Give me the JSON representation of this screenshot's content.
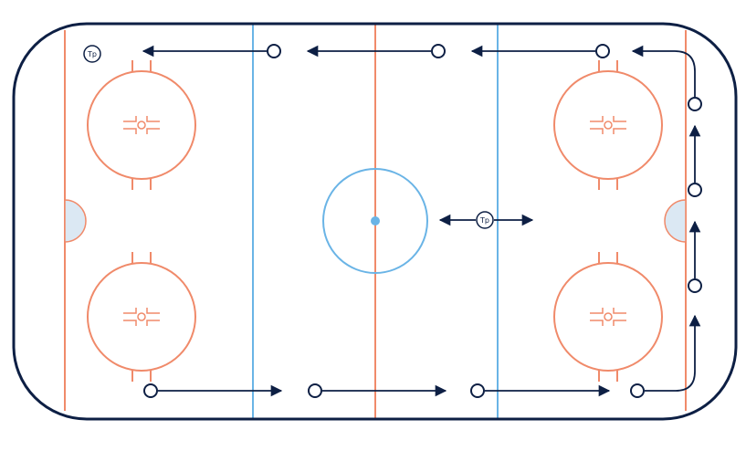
{
  "diagram": {
    "type": "hockey-rink-drill",
    "colors": {
      "boards": "#0d1f44",
      "red_line": "#f08a6a",
      "blue_line": "#6ab4e6",
      "arrow": "#0d1f44",
      "player": "#0d1f44",
      "crease_fill": "#dbe8f3"
    },
    "player_markers": [
      {
        "label": "Tp"
      },
      {
        "label": "Tp"
      }
    ],
    "icons": [
      "player-circle-icon",
      "arrow-right-icon",
      "arrow-left-icon",
      "arrow-up-icon",
      "double-arrow-icon"
    ]
  }
}
